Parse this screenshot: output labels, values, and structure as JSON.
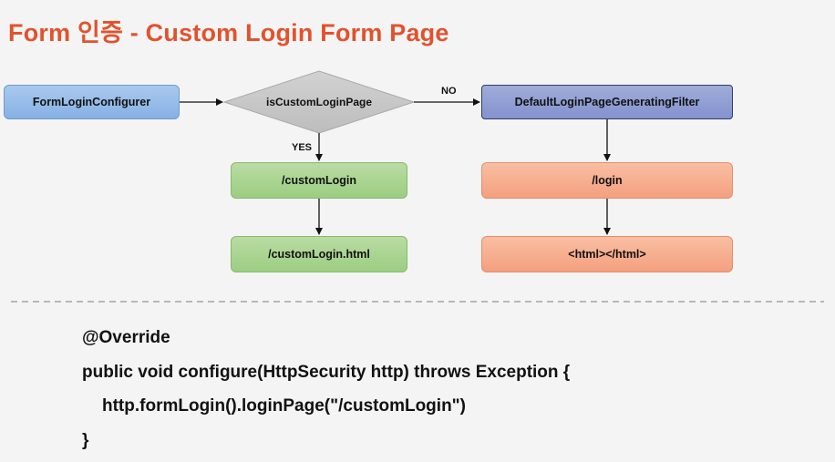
{
  "title": "Form 인증 - Custom Login Form Page",
  "diagram": {
    "configurer": "FormLoginConfigurer",
    "decision": "isCustomLoginPage",
    "no_label": "NO",
    "yes_label": "YES",
    "default_filter": "DefaultLoginPageGeneratingFilter",
    "custom_login": "/customLogin",
    "custom_login_html": "/customLogin.html",
    "login": "/login",
    "html_tag": "<html></html>"
  },
  "code": {
    "line1": "@Override",
    "line2": "public void configure(HttpSecurity http) throws Exception {",
    "line3": "http.formLogin().loginPage(\"/customLogin\")",
    "line4": "}"
  },
  "colors": {
    "title": "#e0532e",
    "configurer_fill": "#9bbfe9",
    "decision_fill": "#c8c8c8",
    "filter_fill": "#8f9dd4",
    "custom_fill": "#a9d48e",
    "default_fill": "#f6ac8c"
  }
}
